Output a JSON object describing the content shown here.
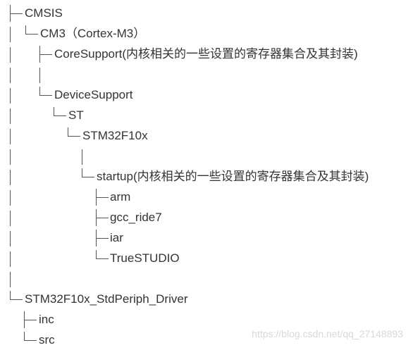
{
  "tree": {
    "items": [
      "CMSIS",
      "CM3（Cortex-M3）",
      "CoreSupport(内核相关的一些设置的寄存器集合及其封装)",
      "DeviceSupport",
      "ST",
      "STM32F10x",
      "startup(内核相关的一些设置的寄存器集合及其封装)",
      "arm",
      "gcc_ride7",
      "iar",
      "TrueSTUDIO",
      "STM32F10x_StdPeriph_Driver",
      "inc",
      "src"
    ]
  },
  "watermark": "https://blog.csdn.net/qq_27148893"
}
